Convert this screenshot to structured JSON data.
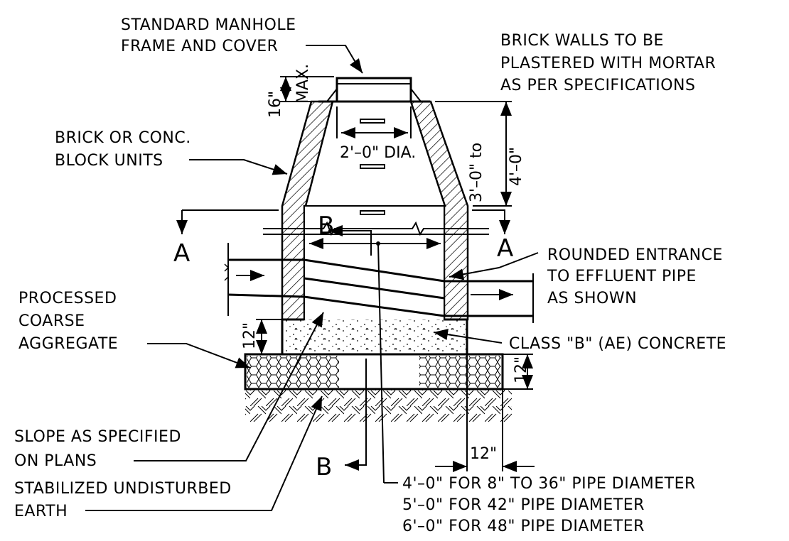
{
  "labels": {
    "frame_cover": [
      "STANDARD MANHOLE",
      "FRAME AND COVER"
    ],
    "brick_walls": [
      "BRICK WALLS TO BE",
      "PLASTERED WITH MORTAR",
      "AS PER SPECIFICATIONS"
    ],
    "brick_units": [
      "BRICK OR CONC.",
      "BLOCK UNITS"
    ],
    "rounded_entrance": [
      "ROUNDED ENTRANCE",
      "TO EFFLUENT PIPE",
      "AS SHOWN"
    ],
    "aggregate": [
      "PROCESSED",
      "COARSE",
      "AGGREGATE"
    ],
    "concrete": "CLASS \"B\" (AE) CONCRETE",
    "slope": [
      "SLOPE AS SPECIFIED",
      "ON  PLANS"
    ],
    "earth": [
      "STABILIZED UNDISTURBED",
      "EARTH"
    ],
    "diameters": [
      "4'–0\" FOR 8\" TO 36\" PIPE DIAMETER",
      "5'–0\" FOR 42\" PIPE DIAMETER",
      "6'–0\" FOR 48\" PIPE DIAMETER"
    ]
  },
  "dimensions": {
    "frame_height": "16\"",
    "frame_height_note": "MAX.",
    "opening_dia": "2'–0\"  DIA.",
    "cone_height_top": "3'–0\"  to",
    "cone_height_bottom": "4'–0\"",
    "concrete_thickness": "12\"",
    "aggregate_thickness": "12\"",
    "base_extension": "12\""
  },
  "sections": {
    "a_left": "A",
    "a_right": "A",
    "b_top": "B",
    "b_bottom": "B"
  }
}
